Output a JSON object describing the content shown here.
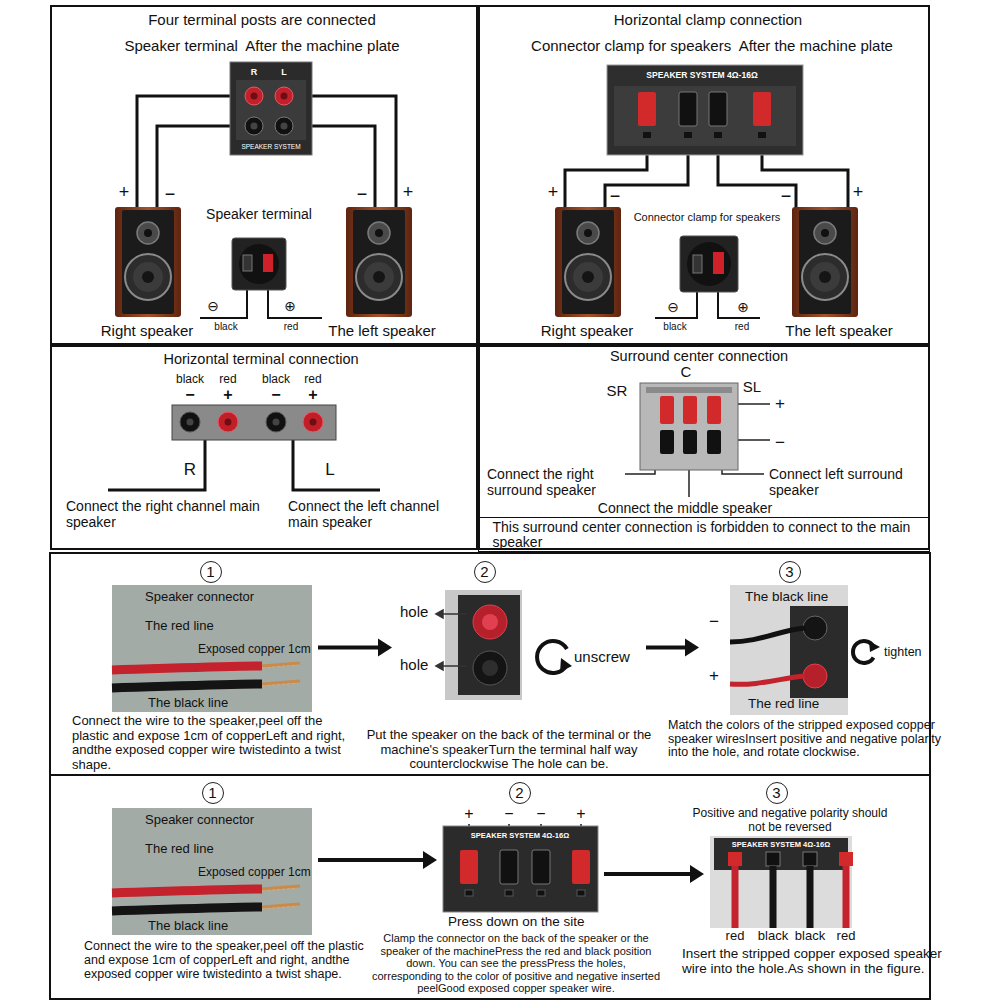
{
  "diagram": {
    "nodes": [
      {
        "text": [
          "Four terminal posts are connected"
        ]
      },
      {
        "text": [
          "Horizontal clamp connection"
        ]
      },
      {
        "text": [
          "Horizontal terminal connection"
        ]
      },
      {
        "text": [
          "Surround center connection"
        ]
      },
      {
        "text": [
          "This surround center connection is forbidden to connect to the main speaker"
        ],
        "in": 3
      },
      {
        "text": [
          "1"
        ]
      },
      {
        "text": [
          "2"
        ]
      },
      {
        "text": [
          "3"
        ]
      },
      {
        "text": [
          "Speaker connector",
          "The red line",
          "Exposed copper 1cm",
          "The black line"
        ]
      },
      {
        "text": [
          "hole",
          "hole",
          "unscrew"
        ]
      },
      {
        "text": [
          "The black line",
          "−",
          "+",
          "The red line"
        ]
      },
      {
        "text": [
          "1"
        ]
      },
      {
        "text": [
          "2"
        ]
      },
      {
        "text": [
          "3"
        ]
      },
      {
        "text": [
          "Speaker connector",
          "The red line",
          "Exposed copper 1cm",
          "The black line"
        ]
      },
      {
        "text": [
          "+",
          "−",
          "−",
          "+",
          "SPEAKER SYSTEM 4Ω-16Ω"
        ]
      },
      {
        "text": [
          "SPEAKER SYSTEM 4Ω-16Ω"
        ]
      }
    ],
    "edges": [
      {
        "from": 8,
        "to": 9,
        "arrow": "to"
      },
      {
        "from": 9,
        "to": 10,
        "arrow": "to"
      },
      {
        "from": 14,
        "to": 15,
        "arrow": "to"
      },
      {
        "from": 15,
        "to": 16,
        "arrow": "to"
      }
    ],
    "labels": [
      "Speaker terminal  After the machine plate",
      "R",
      "L",
      "SPEAKER SYSTEM",
      "+",
      "−",
      "−",
      "+",
      "Speaker terminal",
      "⊖",
      "⊕",
      "black",
      "red",
      "Right speaker",
      "The left speaker",
      "Connector clamp for speakers  After the machine plate",
      "SPEAKER SYSTEM 4Ω-16Ω",
      "+",
      "−",
      "−",
      "+",
      "Connector clamp for speakers",
      "⊖",
      "⊕",
      "black",
      "red",
      "Right speaker",
      "The left speaker",
      "black",
      "red",
      "black",
      "red",
      "−",
      "+",
      "−",
      "+",
      "R",
      "L",
      "Connect the right channel main speaker",
      "Connect the left channel main speaker",
      "C",
      "SR",
      "SL",
      "+",
      "−",
      "Connect the right surround speaker",
      "Connect left surround speaker",
      "Connect the middle speaker",
      "Connect the wire to the speaker,peel off the plastic and expose 1cm of copperLeft and right, andthe exposed copper wire twistedinto a twist shape.",
      "Put the speaker on the back of the terminal or the machine's speakerTurn the terminal half way counterclockwise The hole can be.",
      "tighten",
      "Match the colors of the stripped exposed copper speaker wiresInsert positive and negative polarity into the hole, and rotate clockwise.",
      "Connect the wire to the speaker,peel off the plastic and expose 1cm of copperLeft and right, andthe exposed copper wire twistedinto a twist shape.",
      "Press down on the site",
      "Clamp the connector on the back of the speaker or the speaker of the machinePress the red and black position down. You can see the pressPress the holes, corresponding to the color of positive and negative inserted peelGood exposed copper speaker wire.",
      "Positive and negative polarity should not be reversed",
      "red",
      "black",
      "black",
      "red",
      "Insert the stripped copper exposed speaker wire into the hole.As shown in the figure."
    ]
  }
}
